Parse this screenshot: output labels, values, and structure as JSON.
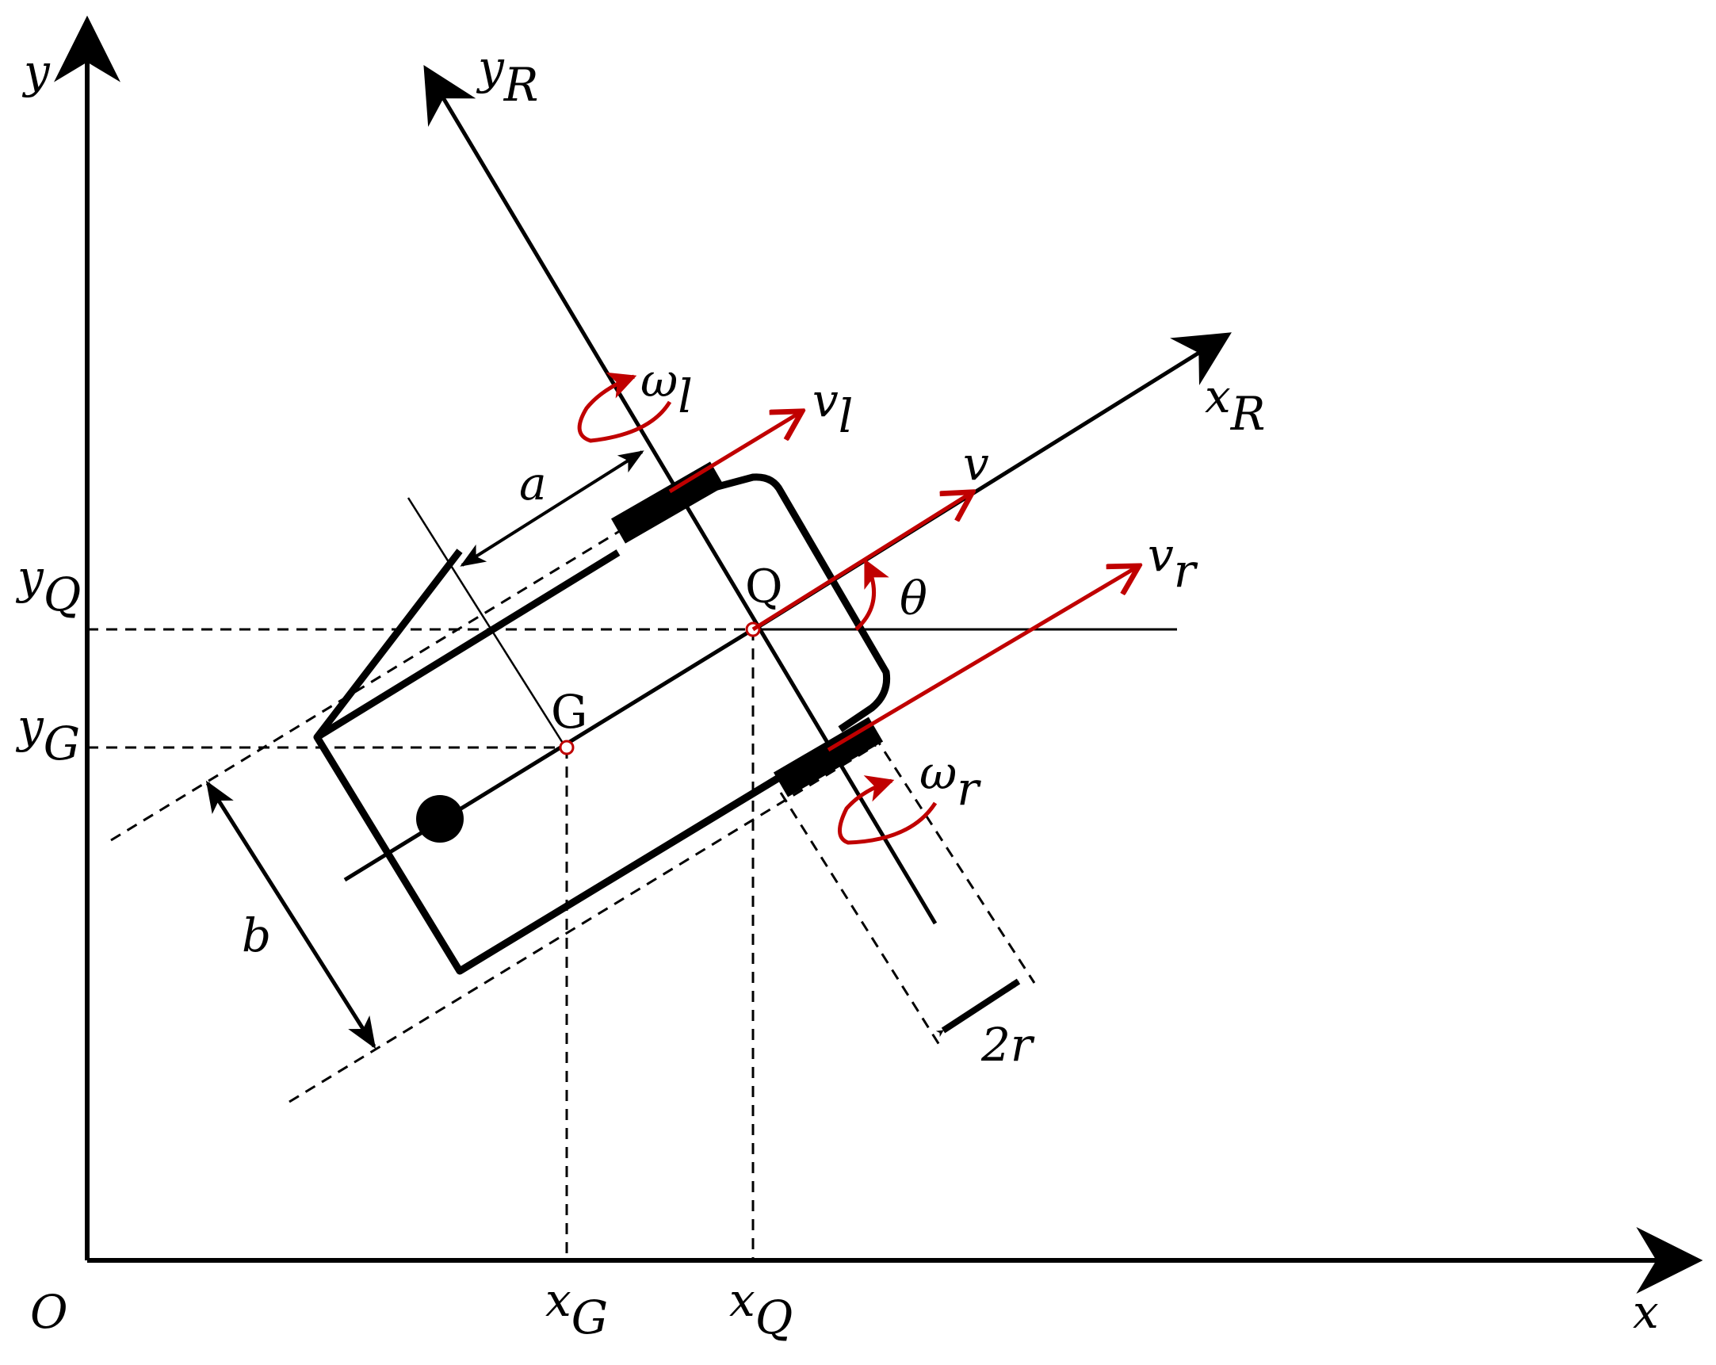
{
  "colors": {
    "ink": "#000000",
    "velocity": "#c00000"
  },
  "labels": {
    "origin": "O",
    "x_axis": "x",
    "y_axis": "y",
    "xR": {
      "base": "x",
      "sub": "R"
    },
    "yR": {
      "base": "y",
      "sub": "R"
    },
    "yQ": {
      "base": "y",
      "sub": "Q"
    },
    "yG": {
      "base": "y",
      "sub": "G"
    },
    "xQ": {
      "base": "x",
      "sub": "Q"
    },
    "xG": {
      "base": "x",
      "sub": "G"
    },
    "point_Q": "Q",
    "point_G": "G",
    "theta": "θ",
    "a": "a",
    "b": "b",
    "two_r": "2r",
    "v": "v",
    "vl": {
      "base": "v",
      "sub": "l"
    },
    "vr": {
      "base": "v",
      "sub": "r"
    },
    "wl": {
      "base": "ω",
      "sub": "l"
    },
    "wr": {
      "base": "ω",
      "sub": "r"
    }
  }
}
